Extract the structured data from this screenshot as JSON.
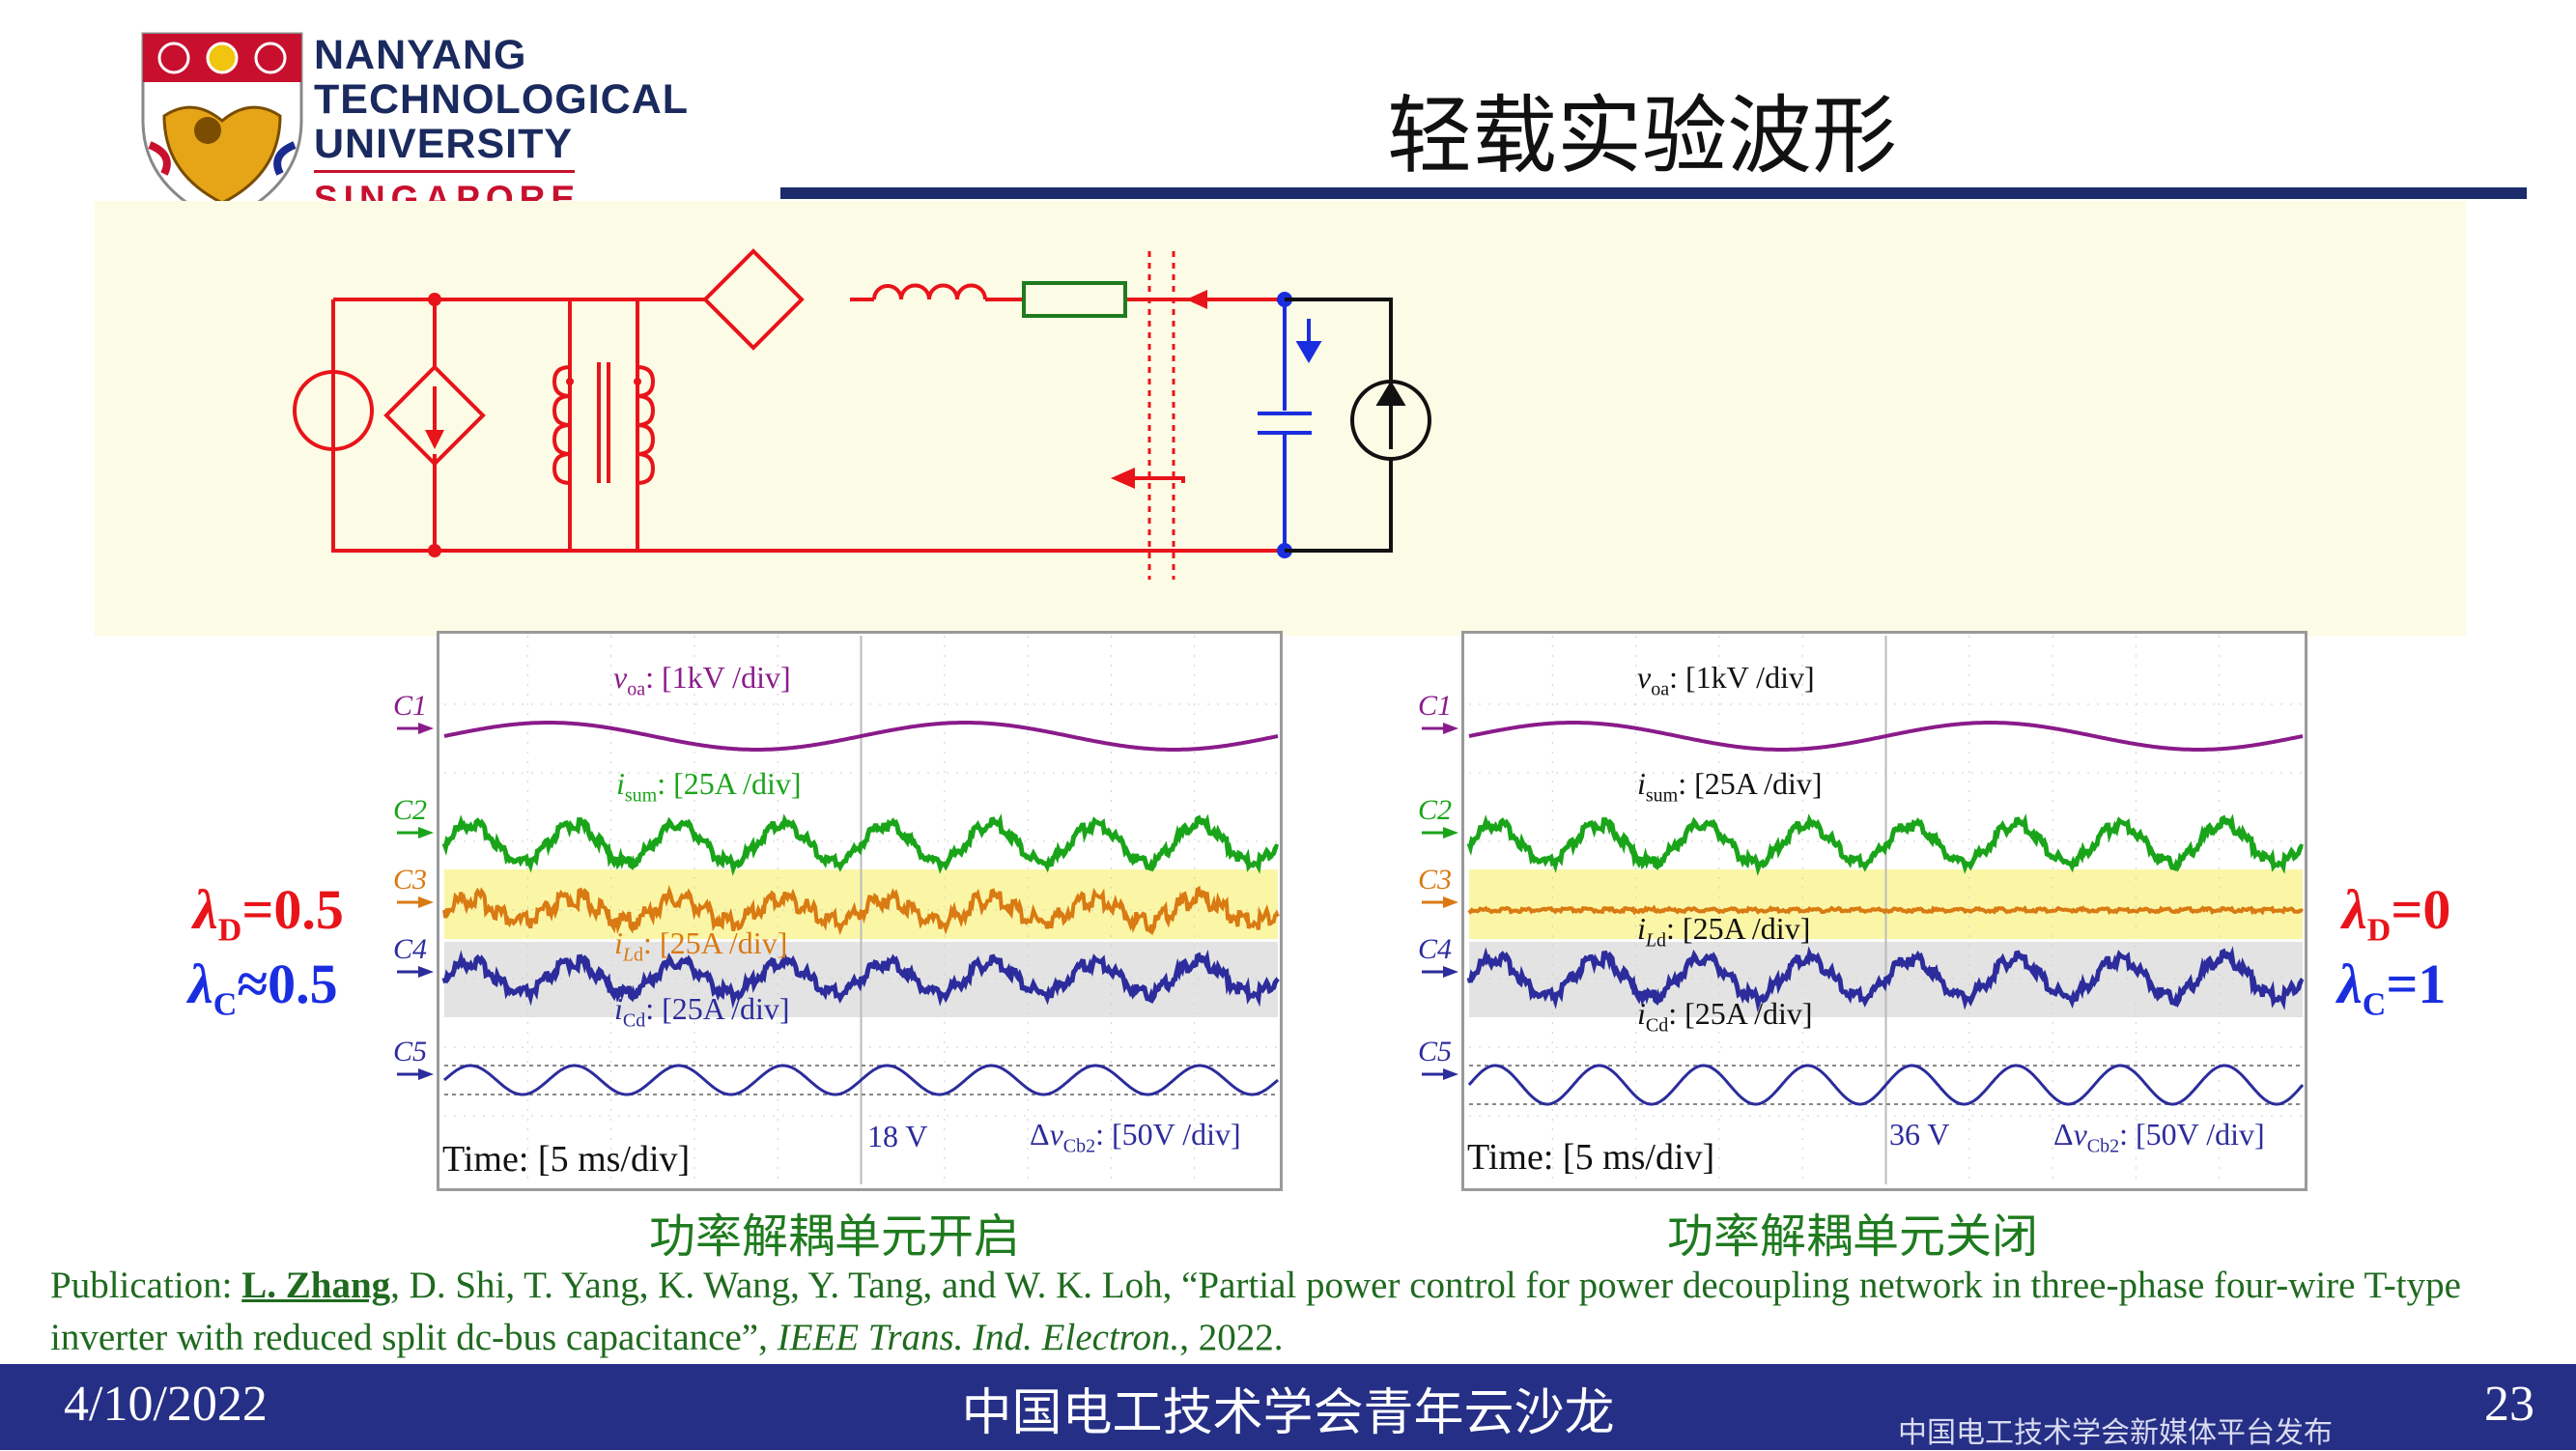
{
  "header": {
    "logo_lines": [
      "NANYANG",
      "TECHNOLOGICAL",
      "UNIVERSITY"
    ],
    "logo_sub": "SINGAPORE",
    "title": "轻载实验波形"
  },
  "lambda_left": {
    "d_value": "=0.5",
    "c_value": "≈0.5"
  },
  "lambda_right": {
    "d_value": "=0",
    "c_value": "=1"
  },
  "scopes": [
    {
      "caption": "功率解耦单元开启",
      "time_label": "Time: [5 ms/div]",
      "vcb_value": "18 V",
      "vcb_unit": ": [50V /div]"
    },
    {
      "caption": "功率解耦单元关闭",
      "time_label": "Time: [5 ms/div]",
      "vcb_value": "36 V",
      "vcb_unit": ": [50V /div]"
    }
  ],
  "channel_units": {
    "voa": ": [1kV /div]",
    "isum": ": [25A /div]",
    "iLd": ": [25A /div]",
    "iCd": ": [25A /div]"
  },
  "publication": {
    "prefix": "Publication: ",
    "author": "L. Zhang",
    "rest": ", D. Shi, T. Yang, K. Wang, Y. Tang, and W. K. Loh, “Partial power control for power decoupling network in three-phase four-wire T-type inverter with reduced split dc-bus capacitance”, ",
    "journal": "IEEE Trans. Ind. Electron.",
    "year": ", 2022."
  },
  "footer": {
    "date": "4/10/2022",
    "center": "中国电工技术学会青年云沙龙",
    "publisher": "中国电工技术学会新媒体平台发布",
    "page": "23"
  },
  "colors": {
    "navy": "#262f86",
    "red": "#e8141a",
    "blue": "#1a2ee0",
    "green": "#1e7b1e",
    "purple": "#8a1b8a",
    "trace_green": "#1aa41a",
    "trace_orange": "#d97a12",
    "trace_blue": "#2c2c9c"
  }
}
